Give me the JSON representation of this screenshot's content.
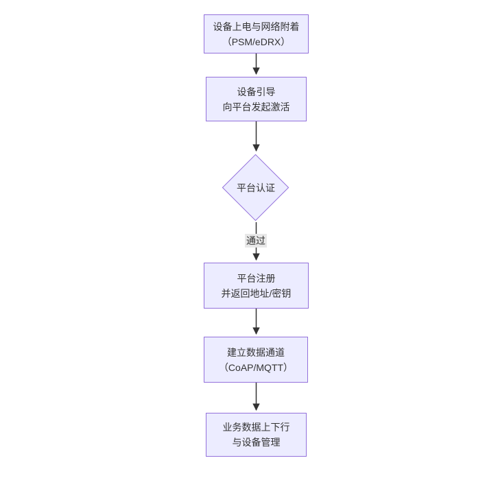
{
  "diagram": {
    "type": "flowchart-top-down",
    "colors": {
      "node_fill": "#ECECFF",
      "node_border": "#9370DB",
      "arrow": "#333333",
      "edge_label_bg": "#e8e8e8",
      "text": "#333333",
      "background": "#ffffff"
    },
    "nodes": [
      {
        "shape": "rect",
        "lines": [
          "设备上电与网络附着",
          "（PSM/eDRX）"
        ]
      },
      {
        "shape": "rect",
        "lines": [
          "设备引导",
          "向平台发起激活"
        ]
      },
      {
        "shape": "diamond",
        "lines": [
          "平台认证"
        ]
      },
      {
        "shape": "rect",
        "lines": [
          "平台注册",
          "并返回地址/密钥"
        ]
      },
      {
        "shape": "rect",
        "lines": [
          "建立数据通道",
          "（CoAP/MQTT）"
        ]
      },
      {
        "shape": "rect",
        "lines": [
          "业务数据上下行",
          "与设备管理"
        ]
      }
    ],
    "edges": [
      {
        "from": 0,
        "to": 1,
        "label": ""
      },
      {
        "from": 1,
        "to": 2,
        "label": ""
      },
      {
        "from": 2,
        "to": 3,
        "label": "通过"
      },
      {
        "from": 3,
        "to": 4,
        "label": ""
      },
      {
        "from": 4,
        "to": 5,
        "label": ""
      }
    ]
  }
}
